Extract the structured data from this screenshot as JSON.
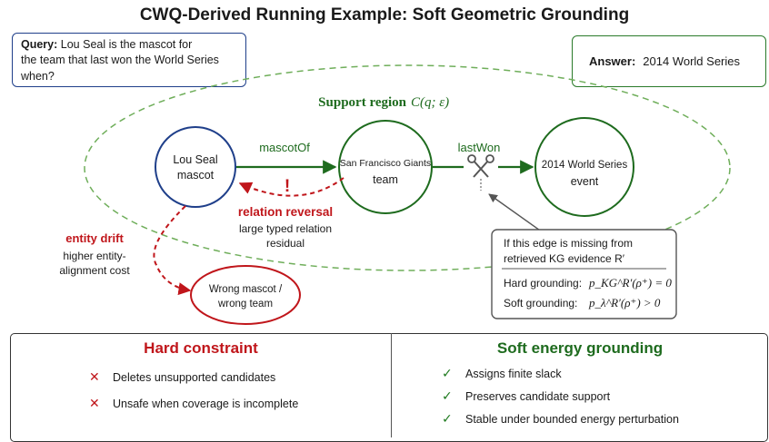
{
  "title": "CWQ-Derived Running Example: Soft Geometric Grounding",
  "query": {
    "label": "Query:",
    "line1": "Lou Seal is the mascot for",
    "line2": "the team that last won the World Series",
    "line3": "when?"
  },
  "answer": {
    "label": "Answer:",
    "value": "2014 World Series"
  },
  "support_region": {
    "label": "Support region",
    "formula": "C(q; ε)"
  },
  "nodes": {
    "lou_seal": {
      "line1": "Lou Seal",
      "line2": "mascot"
    },
    "giants": {
      "line1": "San Francisco Giants",
      "line2": "team"
    },
    "world_series": {
      "line1": "2014 World Series",
      "line2": "event"
    },
    "wrong": {
      "line1": "Wrong mascot /",
      "line2": "wrong team"
    }
  },
  "edges": {
    "mascot_of": "mascotOf",
    "last_won": "lastWon"
  },
  "relation_reversal": {
    "mark": "!",
    "title": "relation reversal",
    "line1": "large typed relation",
    "line2": "residual"
  },
  "entity_drift": {
    "title": "entity drift",
    "line1": "higher entity-",
    "line2": "alignment cost"
  },
  "missing_edge": {
    "line1": "If this edge is missing from",
    "line2": "retrieved KG evidence R′",
    "hard_label": "Hard grounding:",
    "hard_formula": "p_KG^R′(ρ⁺) = 0",
    "soft_label": "Soft grounding:",
    "soft_formula": "p_λ^R′(ρ⁺) > 0"
  },
  "hard_constraint": {
    "title": "Hard constraint",
    "items": [
      "Deletes unsupported candidates",
      "Unsafe when coverage is incomplete"
    ]
  },
  "soft_grounding": {
    "title": "Soft energy grounding",
    "items": [
      "Assigns finite slack",
      "Preserves candidate support",
      "Stable under bounded energy perturbation"
    ]
  },
  "icons": {
    "scissors": "scissors-icon",
    "cross": "cross-icon",
    "check": "check-icon"
  },
  "colors": {
    "dark_green": "#1e6b1e",
    "red": "#c0161b",
    "navy": "#1f3f8a",
    "dashed_green": "#6fae5a"
  }
}
